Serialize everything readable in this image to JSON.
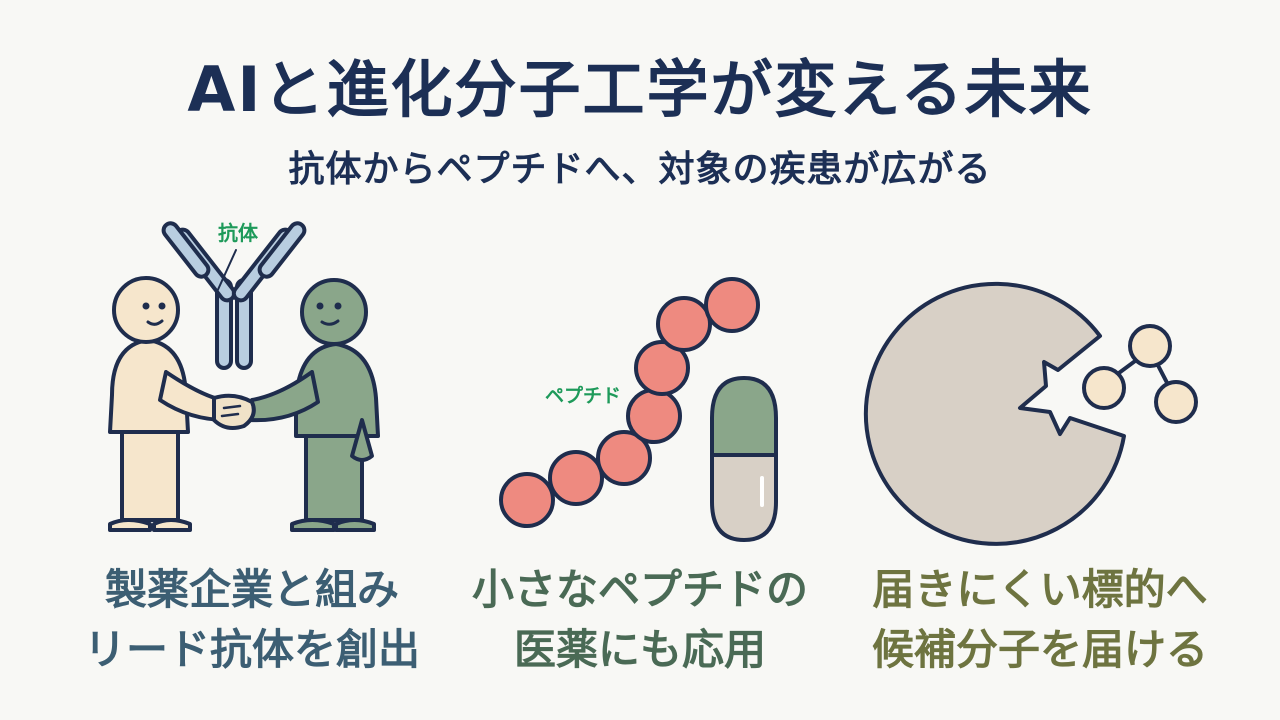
{
  "title": "AIと進化分子工学が変える未来",
  "subtitle": "抗体からペプチドへ、対象の疾患が広がる",
  "labels": {
    "antibody": "抗体",
    "peptide": "ペプチド"
  },
  "panels": [
    {
      "line1": "製薬企業と組み",
      "line2": "リード抗体を創出"
    },
    {
      "line1": "小さなペプチドの",
      "line2": "医薬にも応用"
    },
    {
      "line1": "届きにくい標的へ",
      "line2": "候補分子を届ける"
    }
  ],
  "colors": {
    "navy": "#1c2f55",
    "green_label": "#1e9a5a",
    "peptide_bead": "#ee8a80",
    "antibody": "#b8cde0",
    "person_left": "#f6e6cc",
    "person_right": "#8aa68a",
    "target_protein": "#d8d0c6"
  }
}
